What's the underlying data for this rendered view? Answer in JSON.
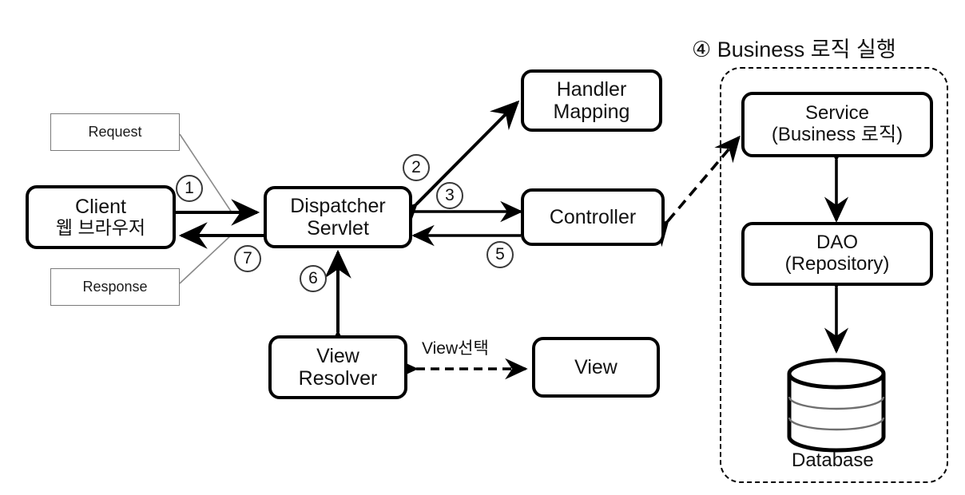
{
  "diagram": {
    "title_marker": "④",
    "title_text": "Business 로직 실행",
    "nodes": {
      "client": {
        "line1": "Client",
        "line2": "웹 브라우저"
      },
      "dispatcher": {
        "line1": "Dispatcher",
        "line2": "Servlet"
      },
      "handler": {
        "line1": "Handler",
        "line2": "Mapping"
      },
      "controller": {
        "line1": "Controller",
        "line2": ""
      },
      "view_resolver": {
        "line1": "View",
        "line2": "Resolver"
      },
      "view": {
        "line1": "View",
        "line2": ""
      },
      "service": {
        "line1": "Service",
        "line2": "(Business 로직)"
      },
      "dao": {
        "line1": "DAO",
        "line2": "(Repository)"
      },
      "database": {
        "line1": "Database",
        "line2": ""
      }
    },
    "annotations": {
      "request": "Request",
      "response": "Response",
      "view_select": "View선택"
    },
    "steps": {
      "s1": "①",
      "s2": "②",
      "s3": "③",
      "s5": "⑤",
      "s6": "⑥",
      "s7": "⑦"
    },
    "colors": {
      "stroke": "#000000",
      "thin_stroke": "#7a7a7a",
      "background": "#ffffff",
      "text": "#111111"
    }
  }
}
